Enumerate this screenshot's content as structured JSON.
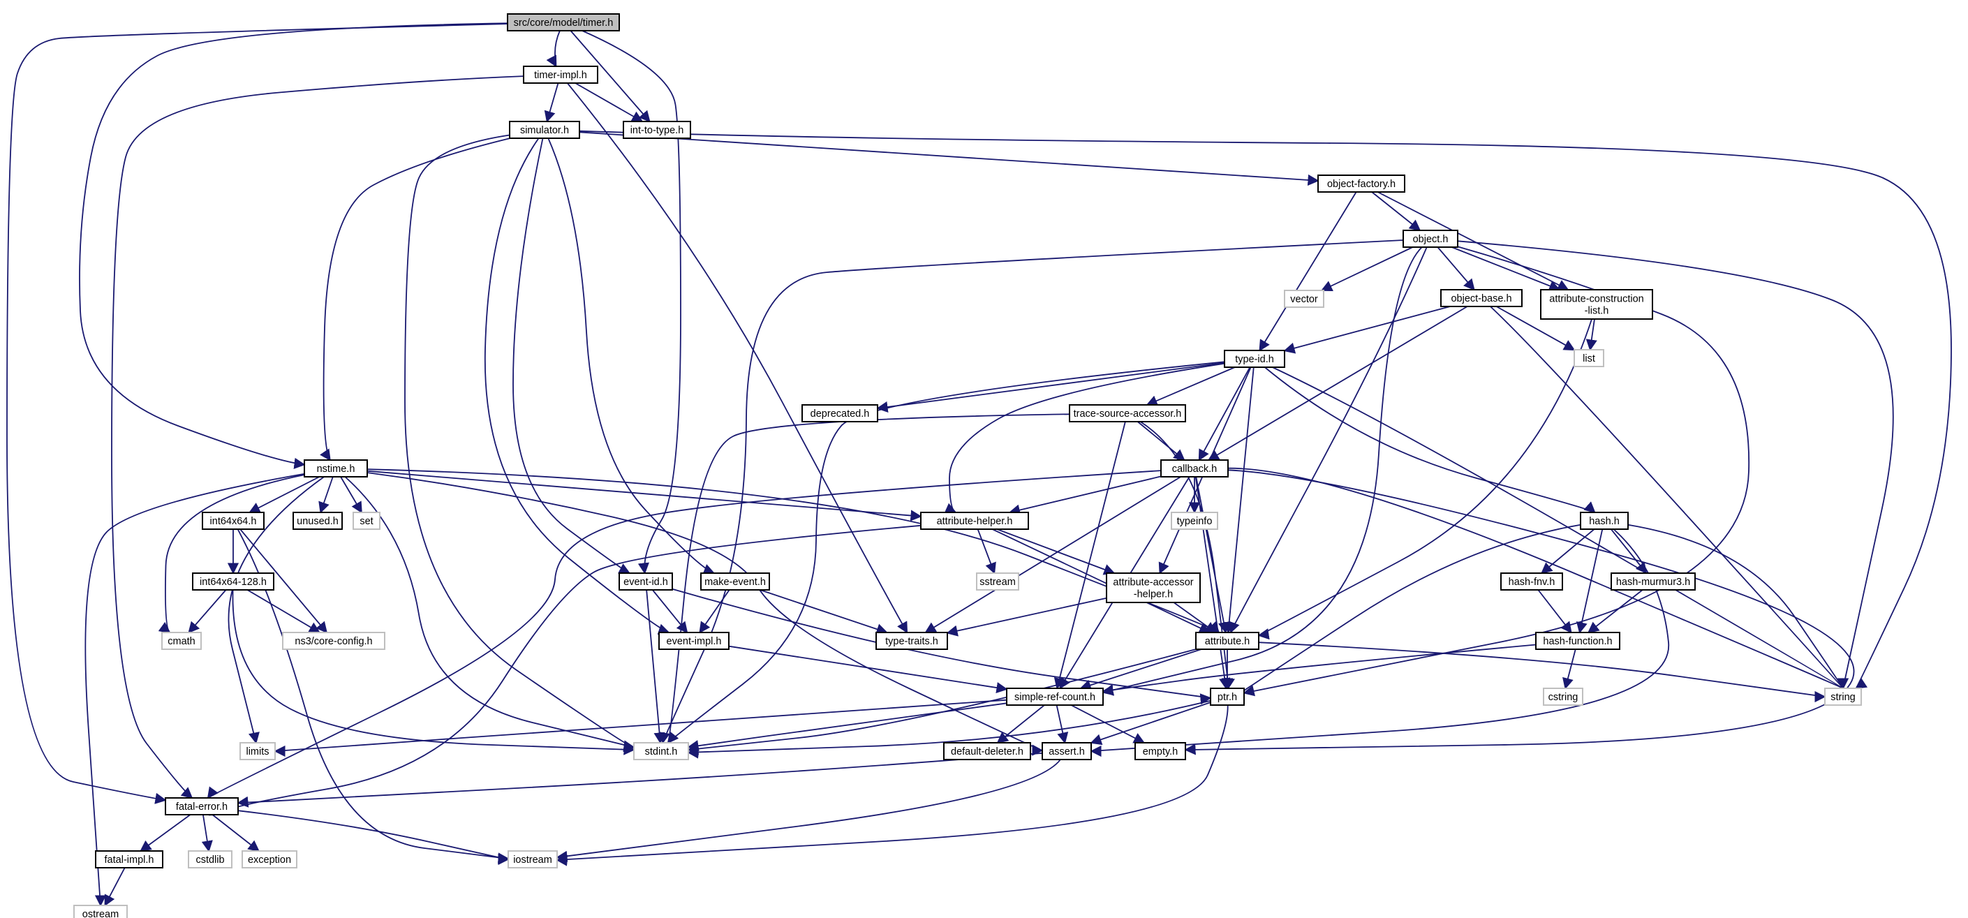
{
  "graph": {
    "title": "",
    "colors": {
      "edge": "#191970",
      "node_border": "#000000",
      "external_border": "#bfbfbf",
      "root_fill": "#bfbfbf",
      "node_fill": "#ffffff"
    },
    "nodes": [
      {
        "id": "timer",
        "label": "src/core/model/timer.h",
        "kind": "root"
      },
      {
        "id": "timerimpl",
        "label": "timer-impl.h",
        "kind": "file"
      },
      {
        "id": "inttotype",
        "label": "int-to-type.h",
        "kind": "file"
      },
      {
        "id": "simulator",
        "label": "simulator.h",
        "kind": "file"
      },
      {
        "id": "objfactory",
        "label": "object-factory.h",
        "kind": "file"
      },
      {
        "id": "object",
        "label": "object.h",
        "kind": "file"
      },
      {
        "id": "vector",
        "label": "vector",
        "kind": "external"
      },
      {
        "id": "objbase",
        "label": "object-base.h",
        "kind": "file"
      },
      {
        "id": "attrcons",
        "label": "attribute-construction\n-list.h",
        "kind": "file"
      },
      {
        "id": "list",
        "label": "list",
        "kind": "external"
      },
      {
        "id": "typeid",
        "label": "type-id.h",
        "kind": "file"
      },
      {
        "id": "deprecated",
        "label": "deprecated.h",
        "kind": "file"
      },
      {
        "id": "tracesrc",
        "label": "trace-source-accessor.h",
        "kind": "file"
      },
      {
        "id": "callback",
        "label": "callback.h",
        "kind": "file"
      },
      {
        "id": "typeinfo",
        "label": "typeinfo",
        "kind": "external"
      },
      {
        "id": "nstime",
        "label": "nstime.h",
        "kind": "file"
      },
      {
        "id": "int64x64",
        "label": "int64x64.h",
        "kind": "file"
      },
      {
        "id": "unused",
        "label": "unused.h",
        "kind": "file"
      },
      {
        "id": "set",
        "label": "set",
        "kind": "external"
      },
      {
        "id": "attrhelper",
        "label": "attribute-helper.h",
        "kind": "file"
      },
      {
        "id": "sstream",
        "label": "sstream",
        "kind": "external"
      },
      {
        "id": "hash",
        "label": "hash.h",
        "kind": "file"
      },
      {
        "id": "int128",
        "label": "int64x64-128.h",
        "kind": "file"
      },
      {
        "id": "eventid",
        "label": "event-id.h",
        "kind": "file"
      },
      {
        "id": "makeevent",
        "label": "make-event.h",
        "kind": "file"
      },
      {
        "id": "attracc",
        "label": "attribute-accessor\n-helper.h",
        "kind": "file"
      },
      {
        "id": "hashfnv",
        "label": "hash-fnv.h",
        "kind": "file"
      },
      {
        "id": "hashmurmur",
        "label": "hash-murmur3.h",
        "kind": "file"
      },
      {
        "id": "cmath",
        "label": "cmath",
        "kind": "external"
      },
      {
        "id": "coreconfig",
        "label": "ns3/core-config.h",
        "kind": "external"
      },
      {
        "id": "typetraits",
        "label": "type-traits.h",
        "kind": "file"
      },
      {
        "id": "eventimpl",
        "label": "event-impl.h",
        "kind": "file"
      },
      {
        "id": "attribute",
        "label": "attribute.h",
        "kind": "file"
      },
      {
        "id": "hashfunc",
        "label": "hash-function.h",
        "kind": "file"
      },
      {
        "id": "simplerc",
        "label": "simple-ref-count.h",
        "kind": "file"
      },
      {
        "id": "ptr",
        "label": "ptr.h",
        "kind": "file"
      },
      {
        "id": "string",
        "label": "string",
        "kind": "external"
      },
      {
        "id": "cstring",
        "label": "cstring",
        "kind": "external"
      },
      {
        "id": "limits",
        "label": "limits",
        "kind": "external"
      },
      {
        "id": "stdint",
        "label": "stdint.h",
        "kind": "external"
      },
      {
        "id": "defdel",
        "label": "default-deleter.h",
        "kind": "file"
      },
      {
        "id": "assert",
        "label": "assert.h",
        "kind": "file"
      },
      {
        "id": "empty",
        "label": "empty.h",
        "kind": "file"
      },
      {
        "id": "fatalerror",
        "label": "fatal-error.h",
        "kind": "file"
      },
      {
        "id": "fatalimpl",
        "label": "fatal-impl.h",
        "kind": "file"
      },
      {
        "id": "cstdlib",
        "label": "cstdlib",
        "kind": "external"
      },
      {
        "id": "exception",
        "label": "exception",
        "kind": "external"
      },
      {
        "id": "iostream",
        "label": "iostream",
        "kind": "external"
      },
      {
        "id": "ostream",
        "label": "ostream",
        "kind": "external"
      }
    ],
    "edges": [
      [
        "timer",
        "timerimpl"
      ],
      [
        "timer",
        "inttotype"
      ],
      [
        "timer",
        "nstime"
      ],
      [
        "timer",
        "eventid"
      ],
      [
        "timer",
        "fatalerror"
      ],
      [
        "timerimpl",
        "inttotype"
      ],
      [
        "timerimpl",
        "simulator"
      ],
      [
        "timerimpl",
        "typetraits"
      ],
      [
        "timerimpl",
        "fatalerror"
      ],
      [
        "simulator",
        "objfactory"
      ],
      [
        "simulator",
        "string"
      ],
      [
        "simulator",
        "nstime"
      ],
      [
        "simulator",
        "stdint"
      ],
      [
        "simulator",
        "eventimpl"
      ],
      [
        "simulator",
        "eventid"
      ],
      [
        "simulator",
        "makeevent"
      ],
      [
        "objfactory",
        "object"
      ],
      [
        "objfactory",
        "attrcons"
      ],
      [
        "objfactory",
        "typeid"
      ],
      [
        "object",
        "vector"
      ],
      [
        "object",
        "objbase"
      ],
      [
        "object",
        "attrcons"
      ],
      [
        "object",
        "attribute"
      ],
      [
        "object",
        "simplerc"
      ],
      [
        "object",
        "ptr"
      ],
      [
        "object",
        "string"
      ],
      [
        "object",
        "stdint"
      ],
      [
        "objbase",
        "typeid"
      ],
      [
        "objbase",
        "callback"
      ],
      [
        "objbase",
        "list"
      ],
      [
        "objbase",
        "string"
      ],
      [
        "attrcons",
        "list"
      ],
      [
        "attrcons",
        "attribute"
      ],
      [
        "typeid",
        "deprecated"
      ],
      [
        "typeid",
        "tracesrc"
      ],
      [
        "typeid",
        "callback"
      ],
      [
        "typeid",
        "attrhelper"
      ],
      [
        "typeid",
        "attracc"
      ],
      [
        "typeid",
        "attribute"
      ],
      [
        "typeid",
        "hash"
      ],
      [
        "typeid",
        "string"
      ],
      [
        "typeid",
        "stdint"
      ],
      [
        "tracesrc",
        "callback"
      ],
      [
        "tracesrc",
        "simplerc"
      ],
      [
        "tracesrc",
        "ptr"
      ],
      [
        "tracesrc",
        "stdint"
      ],
      [
        "callback",
        "typeinfo"
      ],
      [
        "callback",
        "attrhelper"
      ],
      [
        "callback",
        "attribute"
      ],
      [
        "callback",
        "simplerc"
      ],
      [
        "callback",
        "ptr"
      ],
      [
        "callback",
        "typetraits"
      ],
      [
        "callback",
        "fatalerror"
      ],
      [
        "callback",
        "string"
      ],
      [
        "nstime",
        "int64x64"
      ],
      [
        "nstime",
        "unused"
      ],
      [
        "nstime",
        "set"
      ],
      [
        "nstime",
        "attrhelper"
      ],
      [
        "nstime",
        "attribute"
      ],
      [
        "nstime",
        "cmath"
      ],
      [
        "nstime",
        "limits"
      ],
      [
        "nstime",
        "stdint"
      ],
      [
        "nstime",
        "ostream"
      ],
      [
        "nstime",
        "assert"
      ],
      [
        "int64x64",
        "int128"
      ],
      [
        "int64x64",
        "coreconfig"
      ],
      [
        "int64x64",
        "iostream"
      ],
      [
        "int128",
        "cmath"
      ],
      [
        "int128",
        "coreconfig"
      ],
      [
        "int128",
        "stdint"
      ],
      [
        "attrhelper",
        "sstream"
      ],
      [
        "attrhelper",
        "attracc"
      ],
      [
        "attrhelper",
        "attribute"
      ],
      [
        "attrhelper",
        "fatalerror"
      ],
      [
        "attracc",
        "attribute"
      ],
      [
        "attracc",
        "typetraits"
      ],
      [
        "eventid",
        "eventimpl"
      ],
      [
        "eventid",
        "ptr"
      ],
      [
        "eventid",
        "stdint"
      ],
      [
        "makeevent",
        "eventimpl"
      ],
      [
        "makeevent",
        "typetraits"
      ],
      [
        "eventimpl",
        "simplerc"
      ],
      [
        "hash",
        "hashfnv"
      ],
      [
        "hash",
        "hashmurmur"
      ],
      [
        "hash",
        "hashfunc"
      ],
      [
        "hash",
        "ptr"
      ],
      [
        "hash",
        "assert"
      ],
      [
        "hash",
        "string"
      ],
      [
        "hashfnv",
        "hashfunc"
      ],
      [
        "hashmurmur",
        "hashfunc"
      ],
      [
        "hashfunc",
        "cstring"
      ],
      [
        "hashfunc",
        "simplerc"
      ],
      [
        "attribute",
        "simplerc"
      ],
      [
        "attribute",
        "ptr"
      ],
      [
        "attribute",
        "string"
      ],
      [
        "attribute",
        "stdint"
      ],
      [
        "simplerc",
        "defdel"
      ],
      [
        "simplerc",
        "assert"
      ],
      [
        "simplerc",
        "empty"
      ],
      [
        "simplerc",
        "limits"
      ],
      [
        "simplerc",
        "stdint"
      ],
      [
        "ptr",
        "assert"
      ],
      [
        "ptr",
        "iostream"
      ],
      [
        "ptr",
        "stdint"
      ],
      [
        "assert",
        "fatalerror"
      ],
      [
        "assert",
        "iostream"
      ],
      [
        "fatalerror",
        "fatalimpl"
      ],
      [
        "fatalerror",
        "cstdlib"
      ],
      [
        "fatalerror",
        "exception"
      ],
      [
        "fatalerror",
        "iostream"
      ],
      [
        "fatalimpl",
        "ostream"
      ],
      [
        "callback",
        "empty"
      ]
    ]
  }
}
